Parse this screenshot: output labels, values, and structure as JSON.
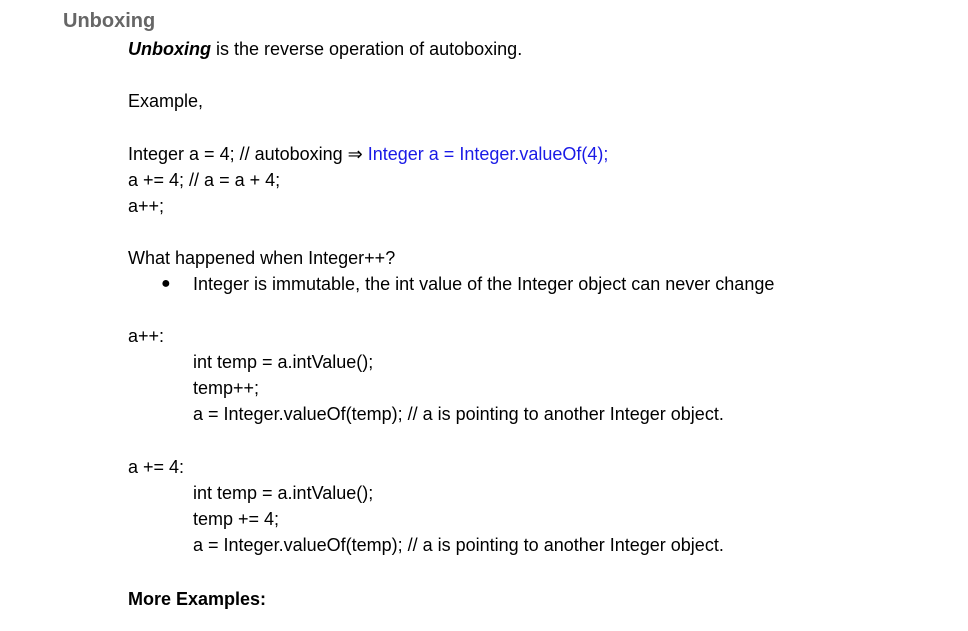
{
  "section_title": "Unboxing",
  "intro": {
    "term": "Unboxing",
    "rest": " is the reverse operation of autoboxing."
  },
  "example_label": "Example,",
  "code1": {
    "line1_plain": "Integer a = 4; // autoboxing ⇒ ",
    "line1_blue": "Integer a = Integer.valueOf(4);",
    "line2": "a += 4; // a = a + 4;",
    "line3": "a++;"
  },
  "question": "What happened when Integer++?",
  "bullets": [
    "Integer is immutable, the int value of the Integer object can never change"
  ],
  "block_increment": {
    "label": "a++:",
    "lines": [
      "int temp = a.intValue();",
      "temp++;",
      "a = Integer.valueOf(temp); // a is pointing to another Integer object."
    ]
  },
  "block_add": {
    "label": "a += 4:",
    "lines": [
      "int temp = a.intValue();",
      "temp += 4;",
      "a = Integer.valueOf(temp); // a is pointing to another Integer object."
    ]
  },
  "more_examples": "More Examples:",
  "colors": {
    "heading": "#666666",
    "link_blue": "#1a1ae6",
    "text": "#000000"
  }
}
